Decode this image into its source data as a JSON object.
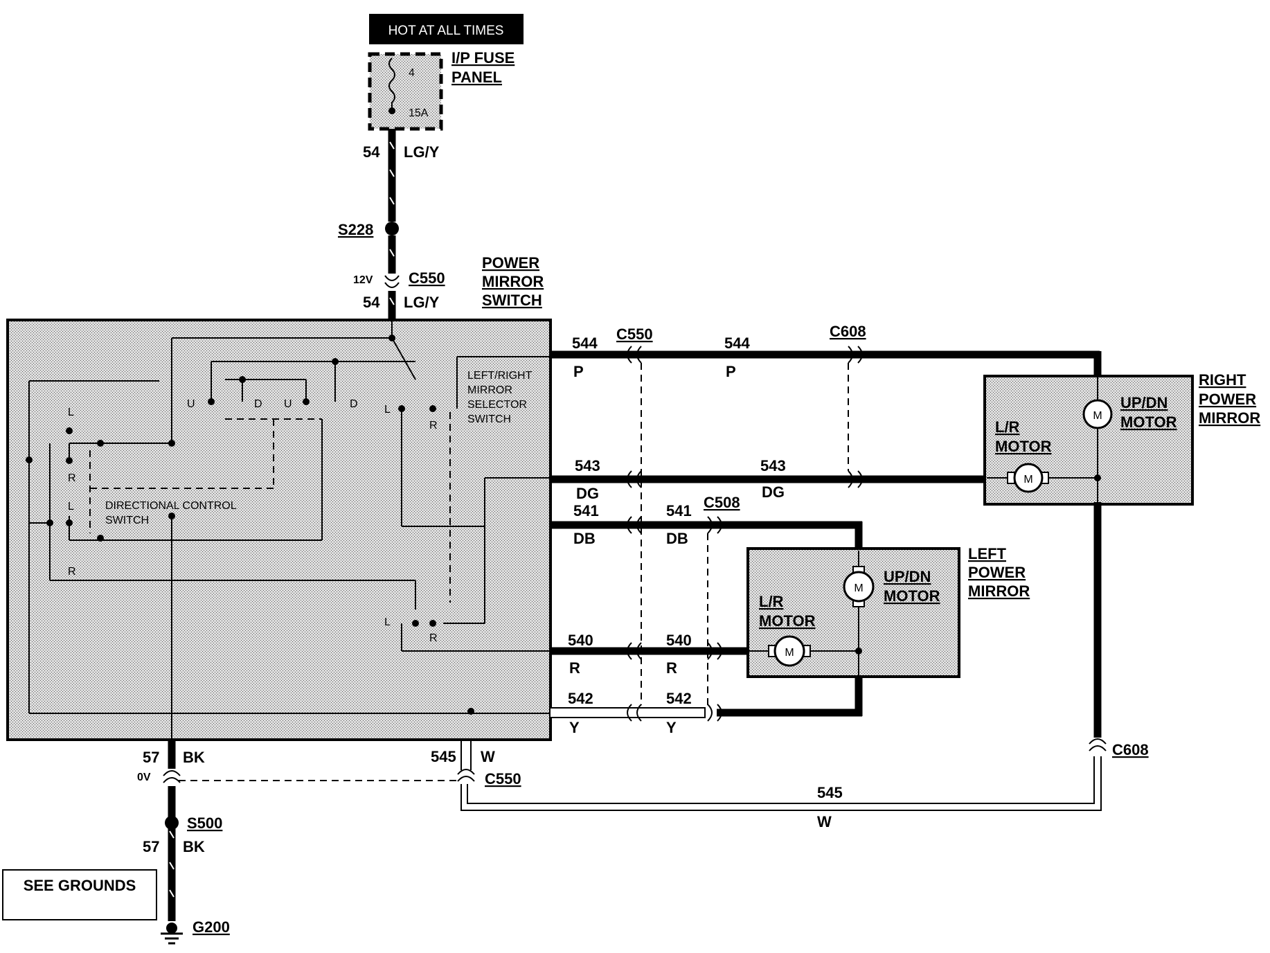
{
  "labels": {
    "hot_at_all_times": "HOT AT ALL TIMES",
    "ip_fuse_panel_1": "I/P FUSE",
    "ip_fuse_panel_2": "PANEL",
    "fuse_num": "4",
    "fuse_amp": "15A",
    "w54_top_num": "54",
    "w54_top_color": "LG/Y",
    "s228": "S228",
    "v12": "12V",
    "c550_top": "C550",
    "w54_bot_num": "54",
    "w54_bot_color": "LG/Y",
    "pms_1": "POWER",
    "pms_2": "MIRROR",
    "pms_3": "SWITCH",
    "sel_1": "LEFT/RIGHT",
    "sel_2": "MIRROR",
    "sel_3": "SELECTOR",
    "sel_4": "SWITCH",
    "dcs_1": "DIRECTIONAL CONTROL",
    "dcs_2": "SWITCH",
    "sw_u1": "U",
    "sw_d1": "D",
    "sw_u2": "U",
    "sw_d2": "D",
    "sw_l_top": "L",
    "sw_r_top": "R",
    "sw_l_bot": "L",
    "sw_r_bot": "R",
    "dcs_l1": "L",
    "dcs_r1": "R",
    "dcs_l2": "L",
    "dcs_r2": "R",
    "w544a_num": "544",
    "w544a_color": "P",
    "c550_mid": "C550",
    "w544b_num": "544",
    "w544b_color": "P",
    "c608_top": "C608",
    "w543a_num": "543",
    "w543a_color": "DG",
    "w543b_num": "543",
    "w543b_color": "DG",
    "w541a_num": "541",
    "w541a_color": "DB",
    "w541b_num": "541",
    "w541b_color": "DB",
    "c508": "C508",
    "w540a_num": "540",
    "w540a_color": "R",
    "w540b_num": "540",
    "w540b_color": "R",
    "w542a_num": "542",
    "w542a_color": "Y",
    "w542b_num": "542",
    "w542b_color": "Y",
    "rpm_1": "RIGHT",
    "rpm_2": "POWER",
    "rpm_3": "MIRROR",
    "r_updn_1": "UP/DN",
    "r_updn_2": "MOTOR",
    "r_lr_1": "L/R",
    "r_lr_2": "MOTOR",
    "lpm_1": "LEFT",
    "lpm_2": "POWER",
    "lpm_3": "MIRROR",
    "l_updn_1": "UP/DN",
    "l_updn_2": "MOTOR",
    "l_lr_1": "L/R",
    "l_lr_2": "MOTOR",
    "motor_m": "M",
    "w57a_num": "57",
    "w57a_color": "BK",
    "v0": "0V",
    "w545a_num": "545",
    "w545a_color": "W",
    "c550_bot": "C550",
    "c608_bot": "C608",
    "w545b_num": "545",
    "w545b_color": "W",
    "s500": "S500",
    "w57b_num": "57",
    "w57b_color": "BK",
    "see_grounds": "SEE GROUNDS",
    "g200": "G200"
  }
}
